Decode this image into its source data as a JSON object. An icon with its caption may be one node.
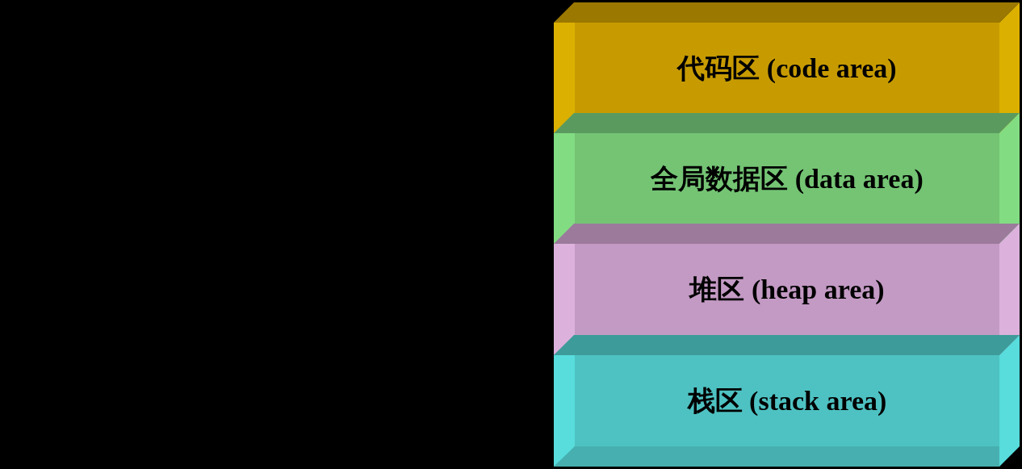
{
  "diagram": {
    "nodes": [
      {
        "text": [
          "代码区 (code area)"
        ]
      },
      {
        "text": [
          "全局数据区 (data area)"
        ]
      },
      {
        "text": [
          "堆区 (heap area)"
        ]
      },
      {
        "text": [
          "栈区 (stack area)"
        ]
      }
    ]
  }
}
